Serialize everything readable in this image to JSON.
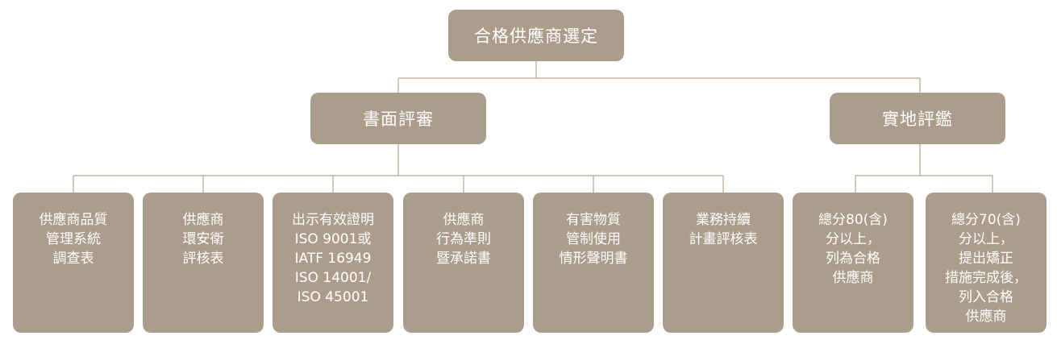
{
  "root": {
    "label": "合格供應商選定"
  },
  "branches": [
    {
      "label": "書面評審",
      "children": [
        "供應商品質\n管理系統\n調查表",
        "供應商\n環安衛\n評核表",
        "出示有效證明\nISO 9001或\nIATF 16949\nISO 14001/\nISO 45001",
        "供應商\n行為準則\n暨承諾書",
        "有害物質\n管制使用\n情形聲明書",
        "業務持續\n計畫評核表"
      ]
    },
    {
      "label": "實地評鑑",
      "children": [
        "總分80(含)\n分以上，\n列為合格\n供應商",
        "總分70(含)\n分以上，\n提出矯正\n措施完成後，\n列入合格\n供應商"
      ]
    }
  ],
  "colors": {
    "node_fill": "#ab9c8c",
    "node_text": "#ffffff",
    "connector": "#b3a597"
  }
}
